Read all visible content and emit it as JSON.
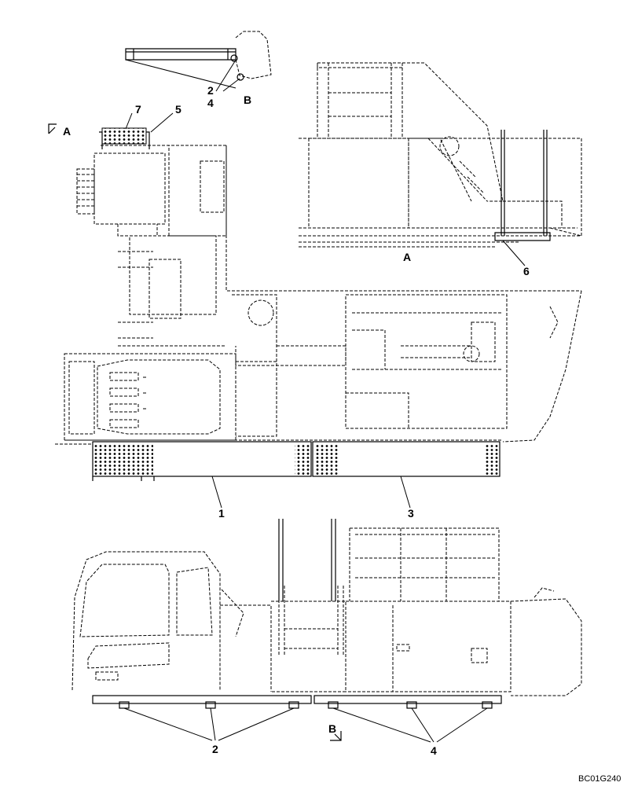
{
  "drawing_code": "BC01G240",
  "view_markers": {
    "top_left": "A",
    "bottom": "B"
  },
  "view_captions": {
    "detail_a": "A",
    "detail_b": "B"
  },
  "callouts": {
    "c1": "1",
    "c2_detail": "2",
    "c4_detail": "4",
    "c3": "3",
    "c5": "5",
    "c6": "6",
    "c7": "7",
    "c2_side": "2",
    "c4_side": "4"
  }
}
